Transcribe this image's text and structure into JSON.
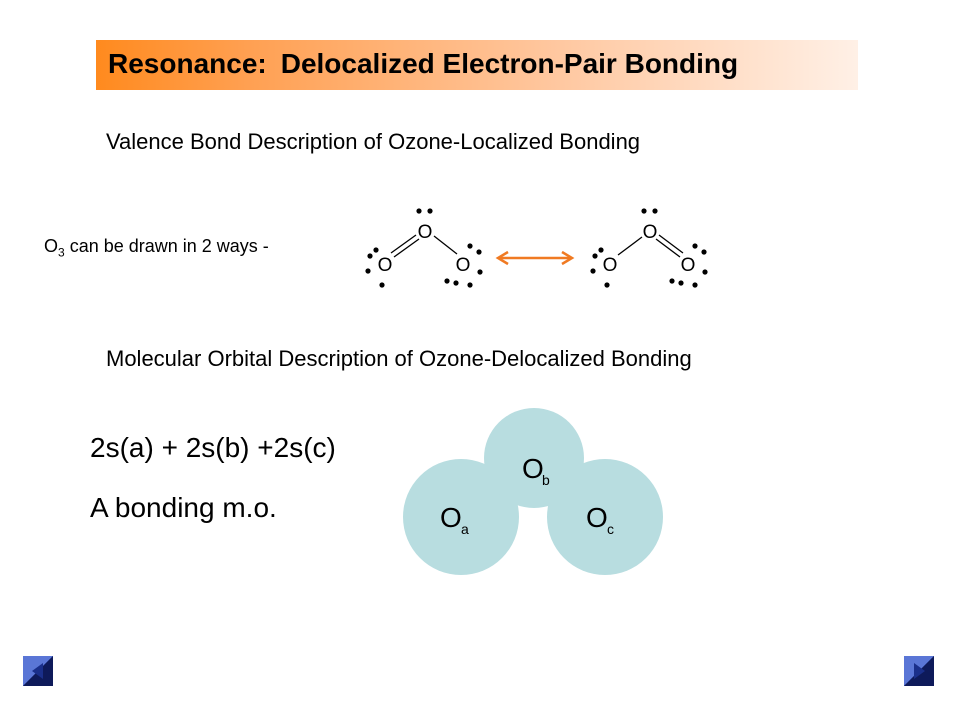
{
  "title": {
    "part1": "Resonance:",
    "part2": "Delocalized Electron-Pair Bonding"
  },
  "valence_heading": "Valence Bond Description of Ozone-Localized Bonding",
  "resonance_label": {
    "prefix": "O",
    "subscript": "3",
    "suffix": " can be drawn in 2 ways -"
  },
  "lewis_atom": "O",
  "mo_heading": "Molecular Orbital Description of Ozone-Delocalized Bonding",
  "orbital_sum": "2s(a) + 2s(b) +2s(c)",
  "bonding_label": "A bonding m.o.",
  "orbital_labels": {
    "a": {
      "atom": "O",
      "sub": "a"
    },
    "b": {
      "atom": "O",
      "sub": "b"
    },
    "c": {
      "atom": "O",
      "sub": "c"
    }
  },
  "colors": {
    "title_gradient_start": "#ff8a1e",
    "arrow": "#f07a22",
    "orbital": "#b8dde0",
    "nav": "#1a2f8a"
  },
  "icons": {
    "prev": "nav-previous-icon",
    "next": "nav-next-icon"
  }
}
